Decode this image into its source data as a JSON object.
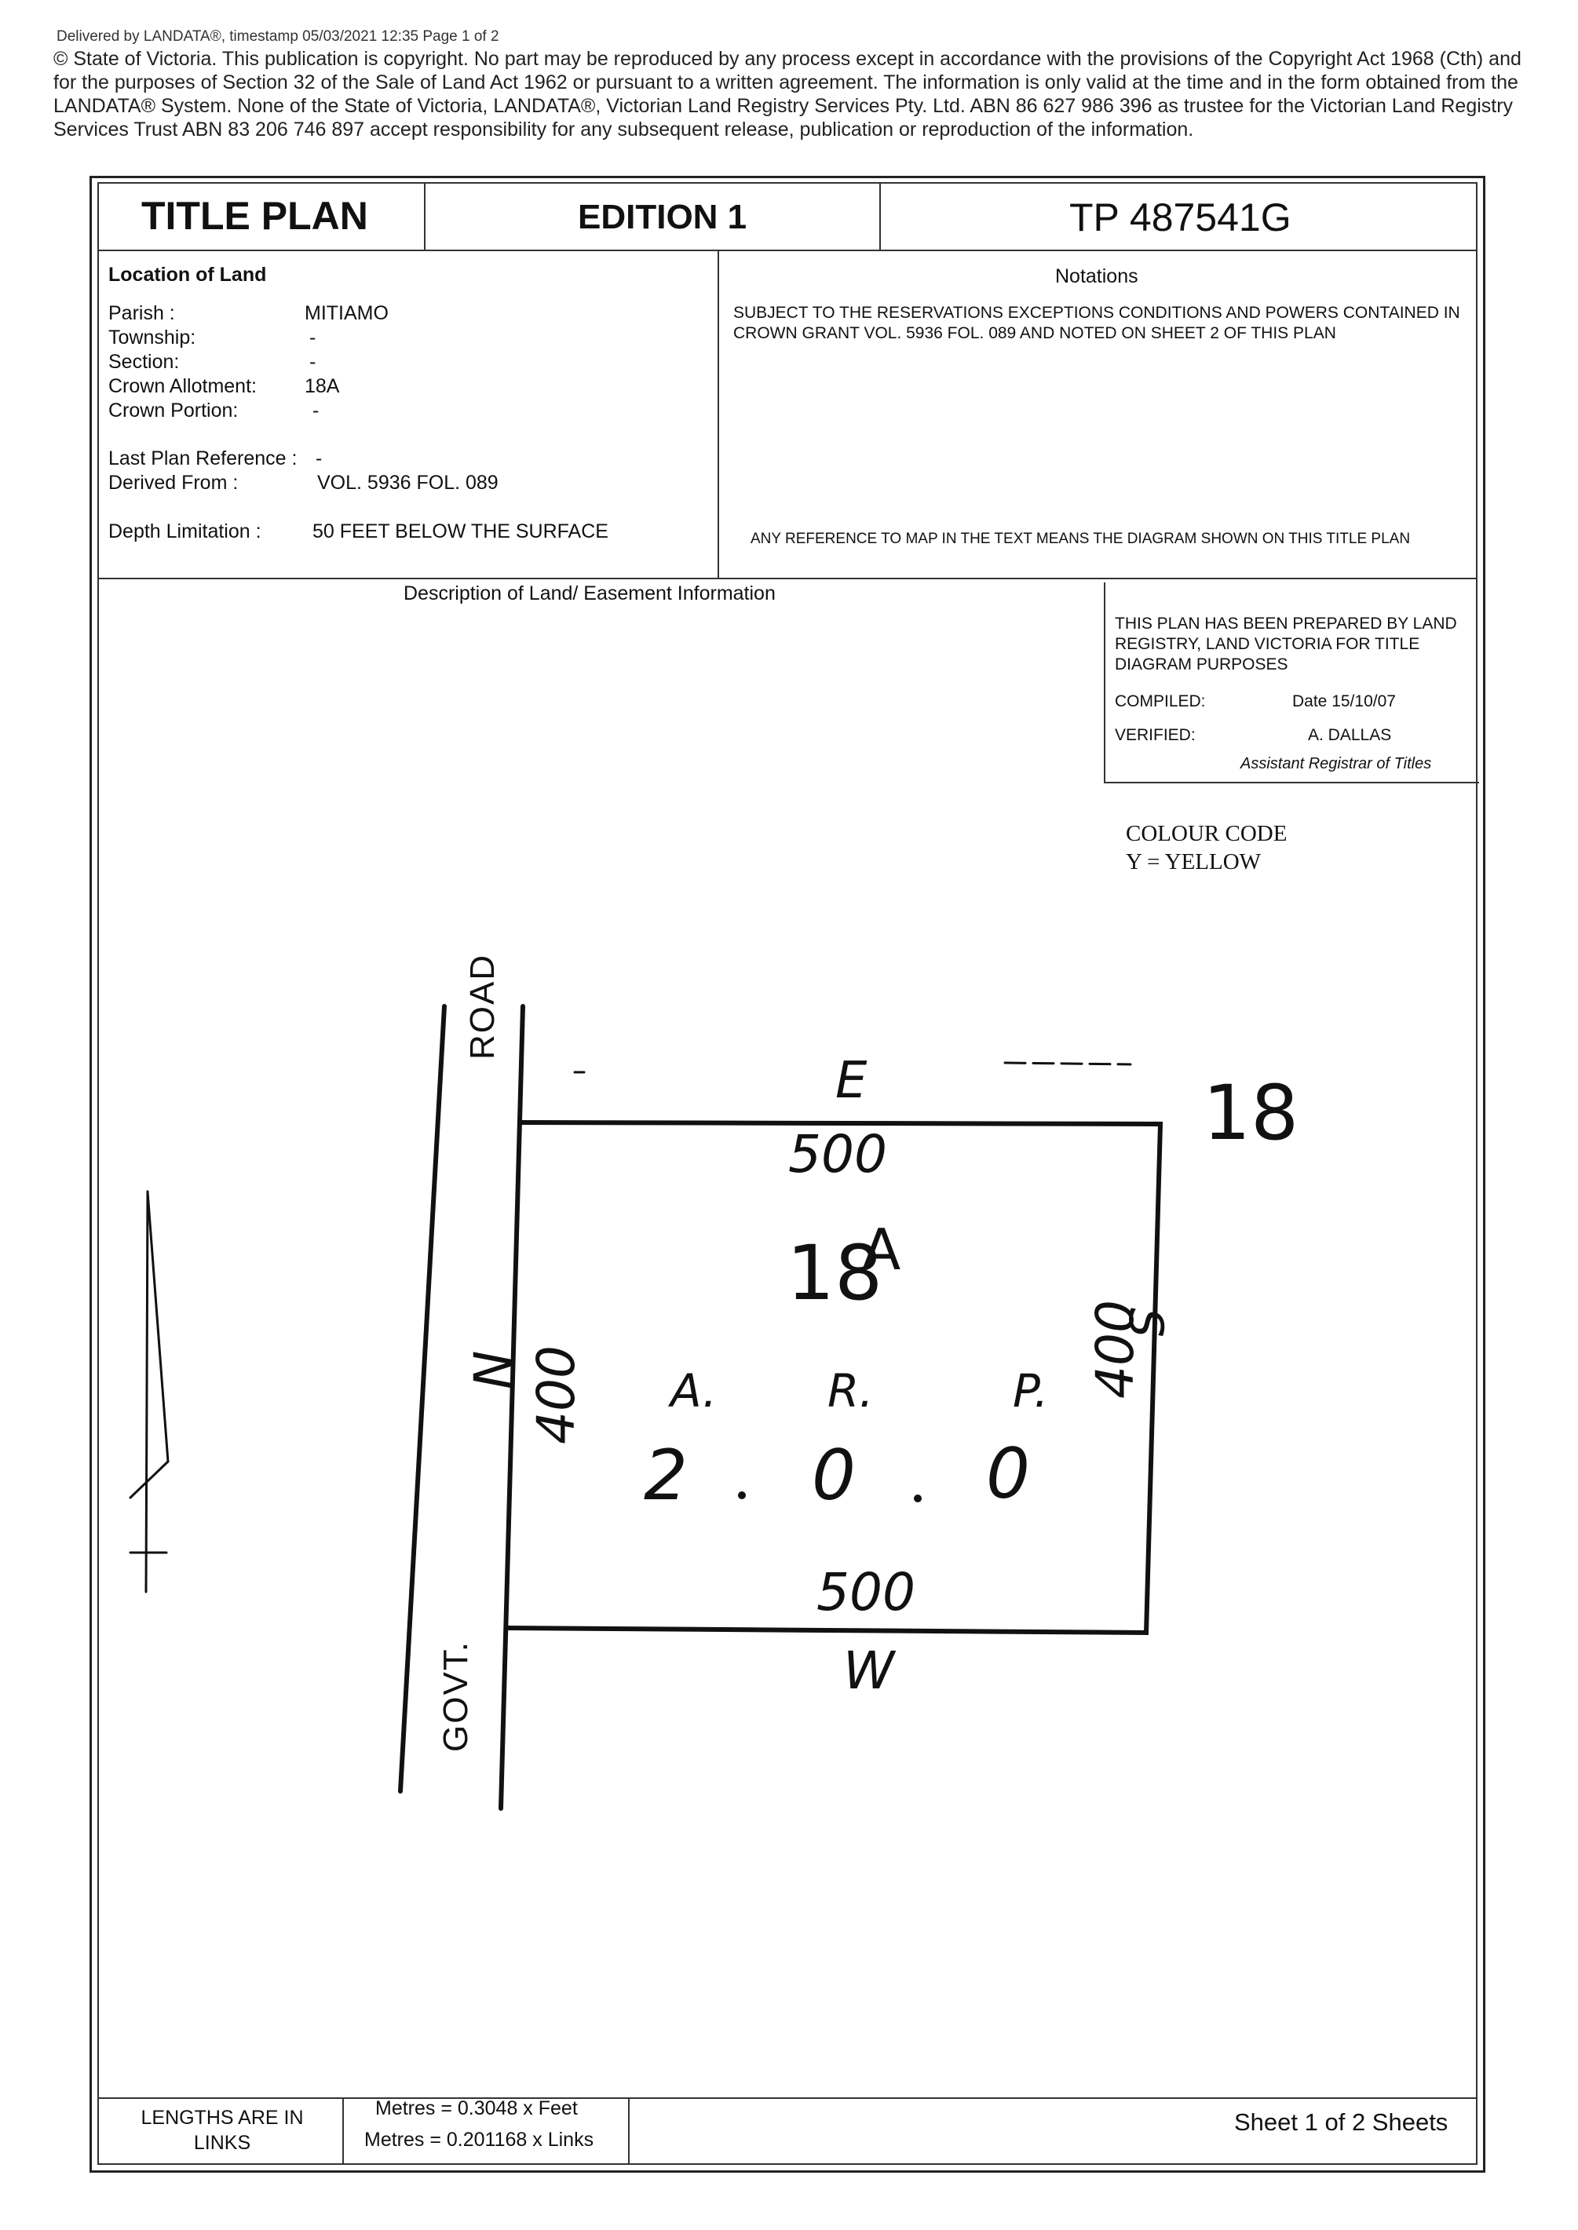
{
  "delivered_line": "Delivered by LANDATA®, timestamp 05/03/2021 12:35 Page 1 of 2",
  "copyright": "© State of Victoria. This publication is copyright. No part may be reproduced by any process except in accordance with the provisions of the Copyright Act 1968 (Cth) and for the purposes of Section 32 of the Sale of Land Act 1962 or pursuant to a written agreement. The information is only valid at the time and in the form obtained from the LANDATA® System. None of the State of Victoria, LANDATA®, Victorian Land Registry Services Pty. Ltd. ABN 86 627 986 396 as trustee for the Victorian Land Registry Services Trust ABN 83 206 746 897 accept responsibility for any subsequent release, publication or reproduction of the information.",
  "header": {
    "title": "TITLE PLAN",
    "edition": "EDITION 1",
    "plan_number": "TP 487541G"
  },
  "location": {
    "heading": "Location of Land",
    "fields": [
      {
        "label": "Parish :",
        "value": "MITIAMO"
      },
      {
        "label": "Township:",
        "value": "-"
      },
      {
        "label": "Section:",
        "value": "-"
      },
      {
        "label": "Crown Allotment:",
        "value": "18A"
      },
      {
        "label": "Crown Portion:",
        "value": "-"
      }
    ],
    "last_plan_label": "Last Plan Reference :",
    "last_plan_value": "-",
    "derived_label": "Derived From :",
    "derived_value": "VOL. 5936 FOL. 089",
    "depth_label": "Depth Limitation :",
    "depth_value": "50 FEET BELOW THE SURFACE"
  },
  "notations": {
    "heading": "Notations",
    "text": "SUBJECT TO THE RESERVATIONS EXCEPTIONS CONDITIONS AND POWERS CONTAINED IN CROWN GRANT VOL. 5936 FOL. 089 AND NOTED ON SHEET 2 OF THIS PLAN",
    "footer": "ANY REFERENCE TO MAP IN THE TEXT MEANS THE DIAGRAM SHOWN ON THIS TITLE PLAN"
  },
  "description_heading": "Description of Land/ Easement Information",
  "prepared": {
    "text": "THIS PLAN HAS BEEN PREPARED BY LAND REGISTRY, LAND VICTORIA FOR TITLE DIAGRAM PURPOSES",
    "compiled_label": "COMPILED:",
    "compiled_value": "Date 15/10/07",
    "verified_label": "VERIFIED:",
    "verified_value": "A. DALLAS",
    "registrar": "Assistant Registrar of Titles"
  },
  "colour_code": {
    "heading": "COLOUR CODE",
    "value": "Y = YELLOW"
  },
  "diagram": {
    "road_top": "ROAD",
    "road_bottom": "GOVT.",
    "north_letter": "N",
    "east_letter": "E",
    "south_letter": "S",
    "west_letter": "W",
    "top_length": "500",
    "bottom_length": "500",
    "left_length": "400",
    "right_length": "400",
    "lot": "18",
    "lot_suffix": "A",
    "neighbour": "18",
    "area_units": [
      "A.",
      "R.",
      "P."
    ],
    "area_values": [
      "2",
      "0",
      "0"
    ]
  },
  "footer": {
    "lengths": "LENGTHS ARE IN LINKS",
    "metres_feet": "Metres = 0.3048 x Feet",
    "metres_links": "Metres = 0.201168 x Links",
    "sheet": "Sheet 1 of 2 Sheets"
  }
}
